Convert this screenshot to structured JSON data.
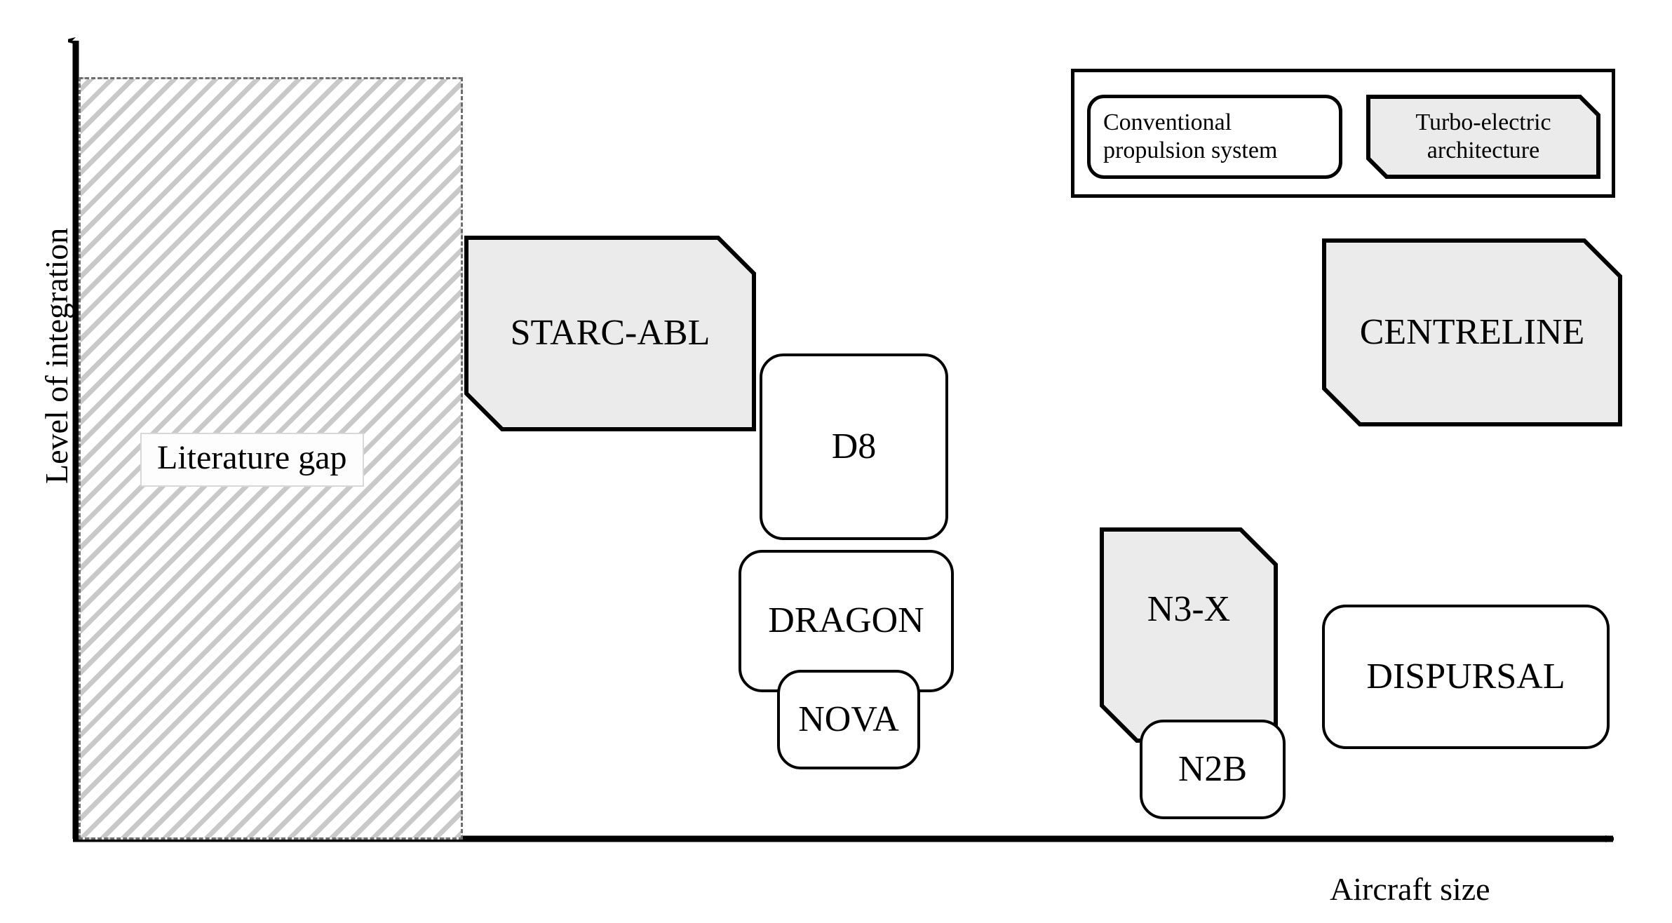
{
  "figure": {
    "type": "conceptual-positioning-diagram",
    "axes": {
      "y_label": "Level of integration",
      "x_label": "Aircraft size"
    },
    "gap_region": {
      "label": "Literature gap"
    },
    "legend": {
      "conventional_label": "Conventional\npropulsion system",
      "conventional_line1": "Conventional",
      "conventional_line2": "propulsion system",
      "turbo_line1": "Turbo-electric",
      "turbo_line2": "architecture"
    },
    "concepts": [
      {
        "id": "starc-abl",
        "label": "STARC-ABL",
        "category": "turbo-electric"
      },
      {
        "id": "d8",
        "label": "D8",
        "category": "conventional"
      },
      {
        "id": "dragon",
        "label": "DRAGON",
        "category": "conventional"
      },
      {
        "id": "nova",
        "label": "NOVA",
        "category": "conventional"
      },
      {
        "id": "centreline",
        "label": "CENTRELINE",
        "category": "turbo-electric"
      },
      {
        "id": "n3x",
        "label": "N3-X",
        "category": "turbo-electric"
      },
      {
        "id": "n2b",
        "label": "N2B",
        "category": "conventional"
      },
      {
        "id": "dispursal",
        "label": "DISPURSAL",
        "category": "conventional"
      }
    ],
    "colors": {
      "turbo_fill": "#ebebeb",
      "conventional_fill": "#ffffff",
      "stroke": "#000000",
      "hatch": "#c9c9c9",
      "gap_border": "#6d6d6d"
    }
  }
}
